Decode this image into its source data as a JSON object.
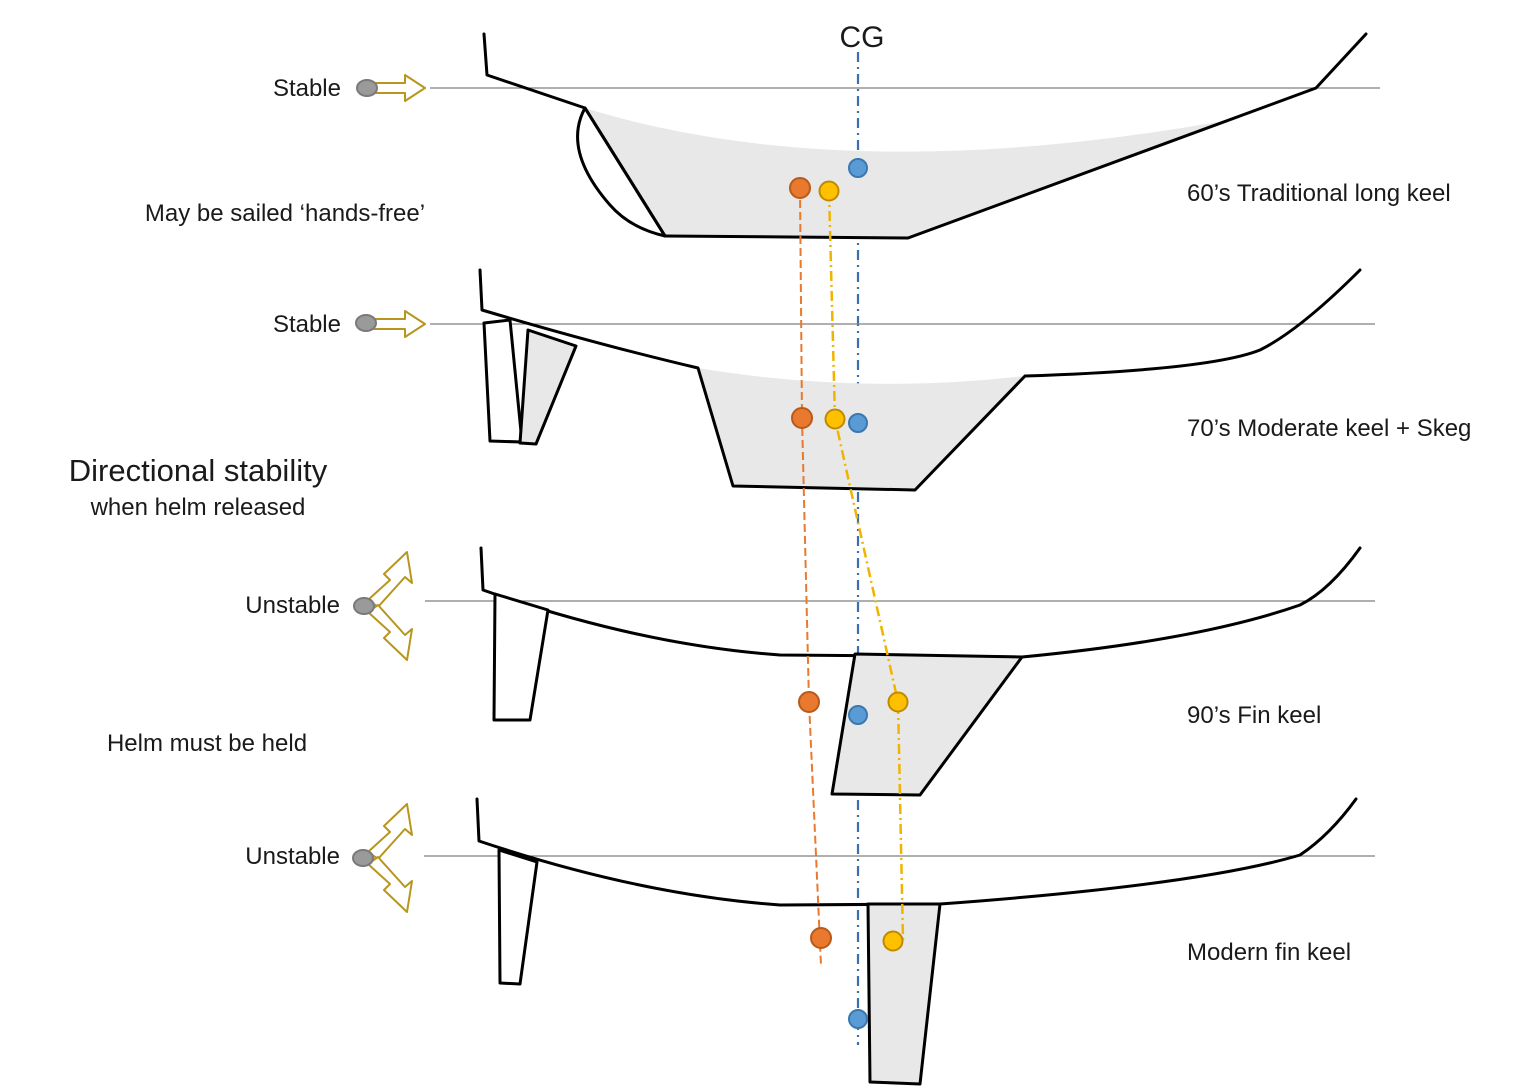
{
  "title": {
    "main": "Directional stability",
    "sub": "when helm released"
  },
  "cg_label": "CG",
  "hulls": [
    {
      "era_label": "60’s Traditional long keel",
      "stability": "Stable",
      "note": "May be sailed ‘hands-free’"
    },
    {
      "era_label": "70’s Moderate keel + Skeg",
      "stability": "Stable",
      "note": ""
    },
    {
      "era_label": "90’s Fin keel",
      "stability": "Unstable",
      "note": "Helm must be held"
    },
    {
      "era_label": "Modern fin keel",
      "stability": "Unstable",
      "note": ""
    }
  ],
  "colors": {
    "center_orange": "#e8792e",
    "center_yellow": "#ffc000",
    "cg_blue": "#5b9bd5",
    "arrow_outline": "#b8961e",
    "waterline": "#7f7f7f",
    "underwater_shade": "#e8e8e8"
  }
}
